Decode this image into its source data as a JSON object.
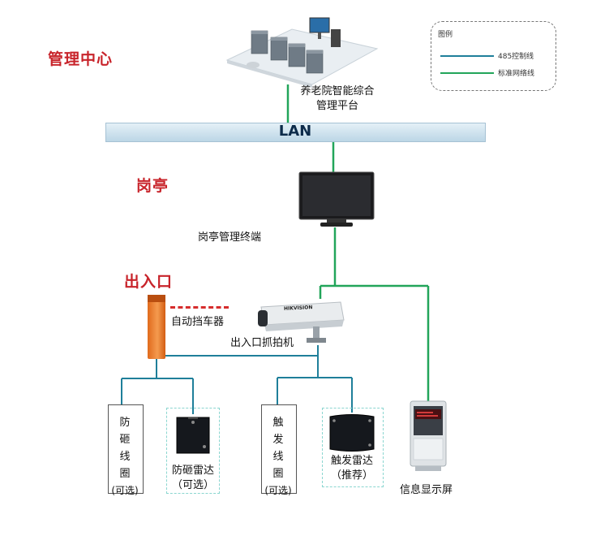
{
  "zones": {
    "management_center": "管理中心",
    "guard_booth": "岗亭",
    "entrance": "出入口"
  },
  "legend": {
    "title": "图例",
    "items": [
      {
        "label": "485控制线",
        "color": "#1f7f9a"
      },
      {
        "label": "标准网络线",
        "color": "#22a55a"
      }
    ]
  },
  "nodes": {
    "platform": [
      "养老院智能综合",
      "管理平台"
    ],
    "lan": "LAN",
    "terminal": "岗亭管理终端",
    "barrier": "自动挡车器",
    "camera": "出入口抓拍机",
    "camera_brand": "HIKVISION",
    "anti_loop": [
      "防",
      "砸",
      "线",
      "圈",
      "(可选)"
    ],
    "anti_radar": [
      "防砸雷达",
      "（可选）"
    ],
    "trigger_loop": [
      "触",
      "发",
      "线",
      "圈",
      "(可选)"
    ],
    "trigger_radar": [
      "触发雷达",
      "（推荐）"
    ],
    "display": "信息显示屏"
  },
  "colors": {
    "control_line": "#1f7f9a",
    "network_line": "#22a55a",
    "zone_title": "#c8242b"
  }
}
